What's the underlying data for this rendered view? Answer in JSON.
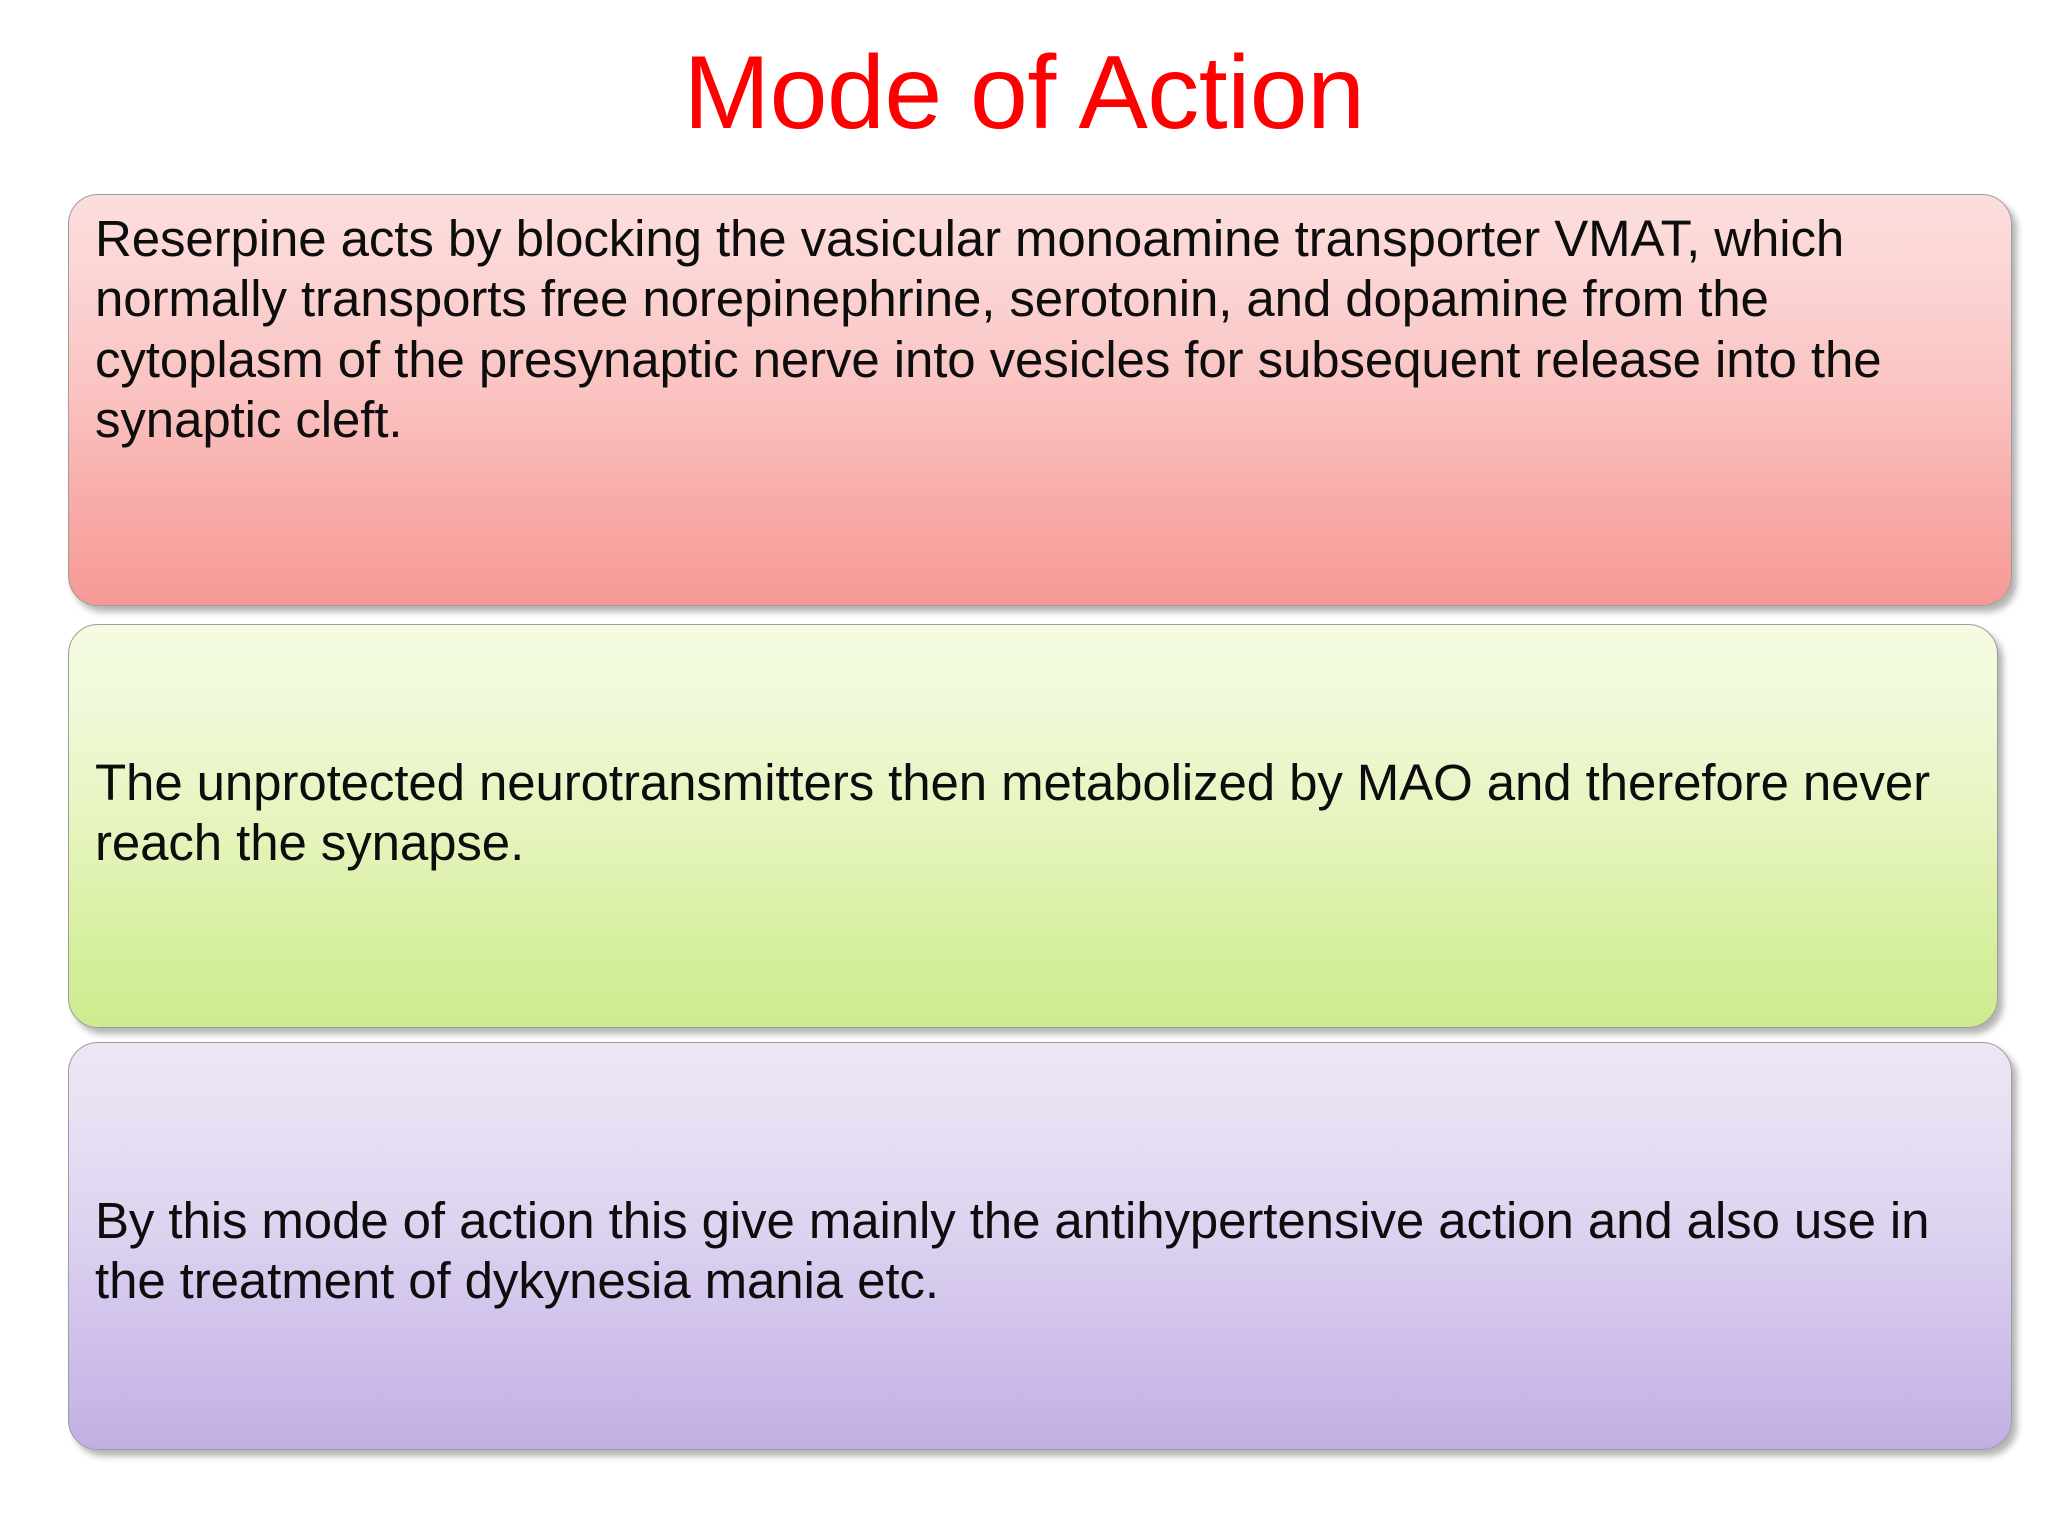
{
  "slide": {
    "title": "Mode of Action",
    "title_color": "#FF0000",
    "background_color": "#FFFFFF"
  },
  "boxes": [
    {
      "id": "pink",
      "text": "Reserpine acts by blocking the vasicular monoamine transporter VMAT, which normally transports free norepinephrine, serotonin, and dopamine from the cytoplasm of the presynaptic nerve into vesicles for subsequent release into the synaptic cleft.",
      "fill_top": "#FCDEDD",
      "fill_bottom": "#F69996",
      "border_color": "#9D9D9D",
      "text_color": "#0D0D0D"
    },
    {
      "id": "green",
      "text": "The unprotected neurotransmitters then metabolized by MAO and therefore never reach the synapse.",
      "fill_top": "#F4FBE2",
      "fill_bottom": "#CDEC8E",
      "border_color": "#9D9D9D",
      "text_color": "#0D0D0D"
    },
    {
      "id": "purple",
      "text": "By this mode of action this give mainly the antihypertensive action and also use in the treatment of dykynesia mania etc.",
      "fill_top": "#ECE6F6",
      "fill_bottom": "#C2AFE4",
      "border_color": "#9D9D9D",
      "text_color": "#0D0D0D"
    }
  ]
}
